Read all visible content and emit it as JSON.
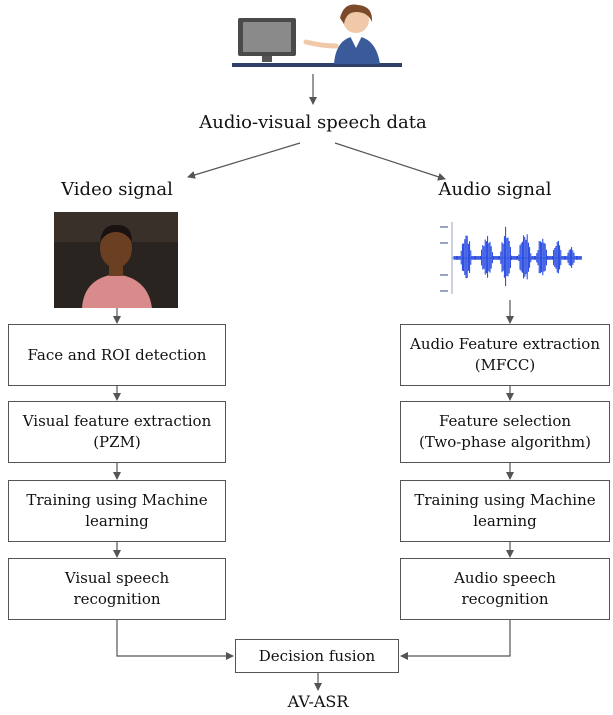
{
  "top_label": "Audio-visual speech data",
  "left_branch": {
    "title": "Video signal",
    "steps": [
      {
        "line1": "Face and ROI detection",
        "line2": ""
      },
      {
        "line1": "Visual feature extraction",
        "line2": "(PZM)"
      },
      {
        "line1": "Training using Machine",
        "line2": "learning"
      },
      {
        "line1": "Visual speech",
        "line2": "recognition"
      }
    ]
  },
  "right_branch": {
    "title": "Audio signal",
    "steps": [
      {
        "line1": "Audio Feature extraction",
        "line2": "(MFCC)"
      },
      {
        "line1": "Feature selection",
        "line2": "(Two-phase algorithm)"
      },
      {
        "line1": "Training using Machine",
        "line2": "learning"
      },
      {
        "line1": "Audio speech",
        "line2": "recognition"
      }
    ]
  },
  "fusion_label": "Decision fusion",
  "output_label": "AV-ASR",
  "colors": {
    "line": "#555555",
    "waveform": "#1a3fe0",
    "shirt": "#d98a8a",
    "skin": "#6b3f22",
    "video_bg": "#2a2420"
  }
}
